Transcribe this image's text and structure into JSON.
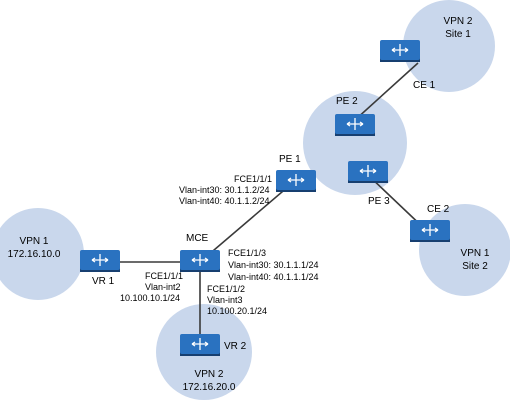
{
  "colors": {
    "cloud": "#c9d7ec",
    "link": "#3a3a3a",
    "switch_top": "#1f5fa8",
    "switch_side": "#173f70",
    "switch_face": "#2a72c0"
  },
  "clouds": {
    "vpn2_site1": {
      "line1": "VPN 2",
      "line2": "Site 1"
    },
    "vpn1_vr1": {
      "line1": "VPN 1",
      "line2": "172.16.10.0"
    },
    "vpn2_vr2": {
      "line1": "VPN 2",
      "line2": "172.16.20.0"
    },
    "vpn1_site2": {
      "line1": "VPN 1",
      "line2": "Site 2"
    }
  },
  "devices": {
    "ce1": "CE 1",
    "pe2": "PE 2",
    "pe1": "PE 1",
    "pe3": "PE 3",
    "ce2": "CE 2",
    "mce": "MCE",
    "vr1": "VR 1",
    "vr2": "VR 2"
  },
  "interfaces": {
    "pe1_port": [
      "FCE1/1/1",
      "Vlan-int30: 30.1.1.2/24",
      "Vlan-int40: 40.1.1.2/24"
    ],
    "mce_uplink": [
      "FCE1/1/3",
      "Vlan-int30: 30.1.1.1/24",
      "Vlan-int40: 40.1.1.1/24"
    ],
    "mce_vr1": [
      "FCE1/1/1",
      "Vlan-int2",
      "10.100.10.1/24"
    ],
    "mce_vr2": [
      "FCE1/1/2",
      "Vlan-int3",
      "10.100.20.1/24"
    ]
  }
}
